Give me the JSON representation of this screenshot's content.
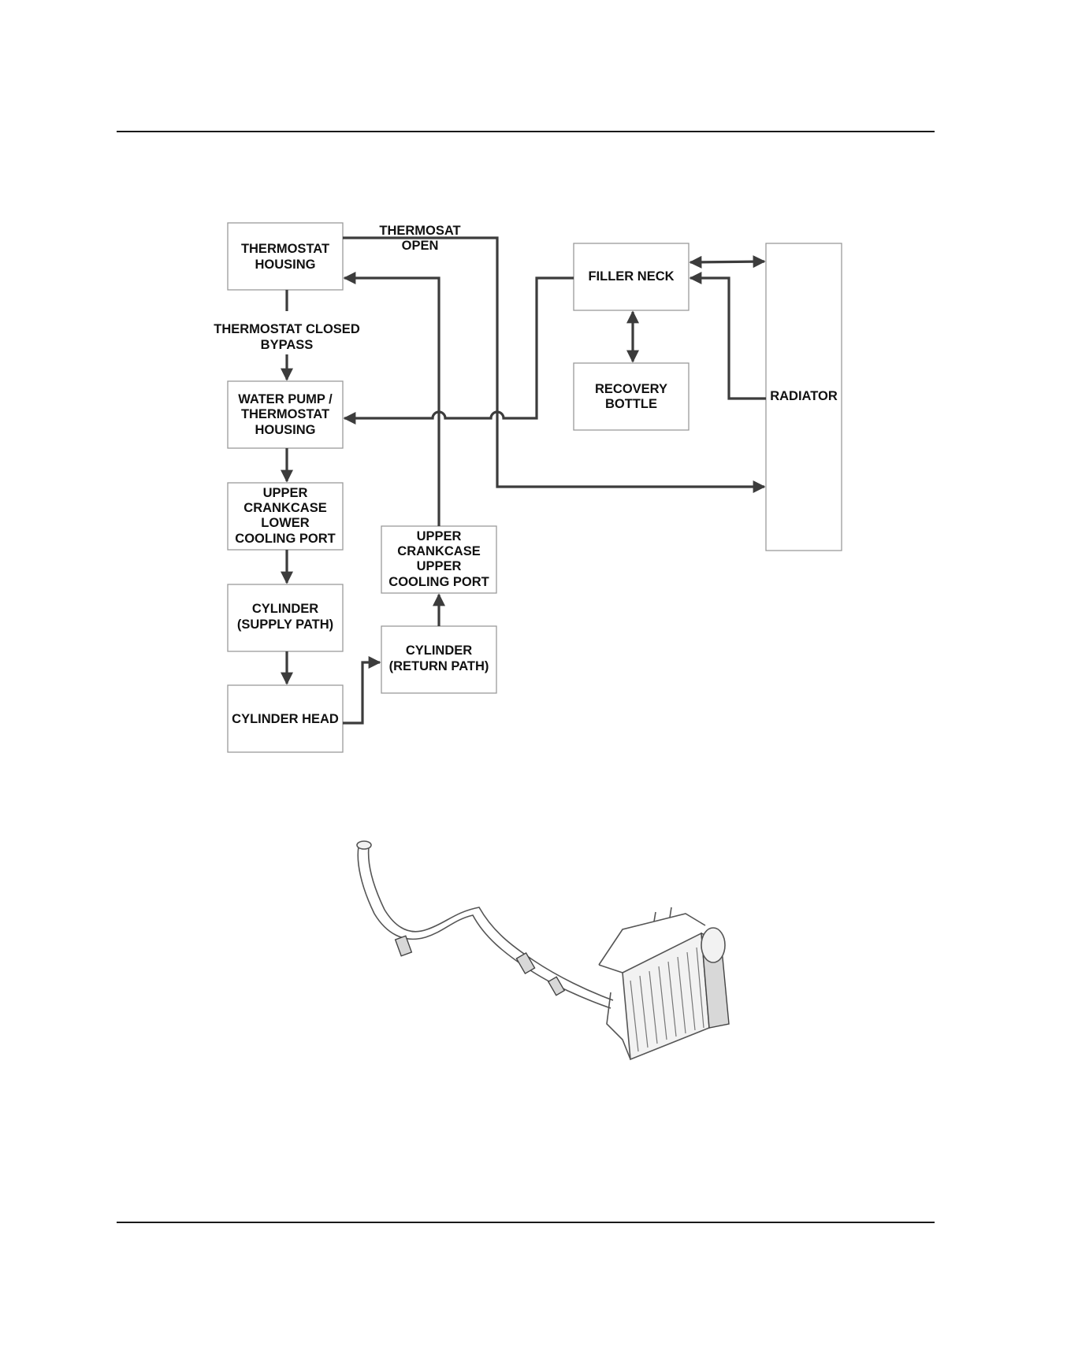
{
  "boxes": {
    "thermostat_housing": [
      "THERMOSTAT",
      "HOUSING"
    ],
    "water_pump": [
      "WATER PUMP /",
      "THERMOSTAT",
      "HOUSING"
    ],
    "upper_crankcase_lower": [
      "UPPER",
      "CRANKCASE",
      "LOWER",
      "COOLING PORT"
    ],
    "cylinder_supply": [
      "CYLINDER",
      "(SUPPLY PATH)"
    ],
    "cylinder_head": [
      "CYLINDER HEAD"
    ],
    "cylinder_return": [
      "CYLINDER",
      "(RETURN PATH)"
    ],
    "upper_crankcase_upper": [
      "UPPER",
      "CRANKCASE",
      "UPPER",
      "COOLING PORT"
    ],
    "filler_neck": [
      "FILLER NECK"
    ],
    "recovery_bottle": [
      "RECOVERY",
      "BOTTLE"
    ],
    "radiator": [
      "RADIATOR"
    ]
  },
  "labels": {
    "thermostat_open": [
      "THERMOSAT",
      "OPEN"
    ],
    "thermostat_closed": [
      "THERMOSTAT CLOSED",
      "BYPASS"
    ]
  },
  "colors": {
    "line": "#3c3c3c",
    "box_border": "#9a9a9a"
  }
}
